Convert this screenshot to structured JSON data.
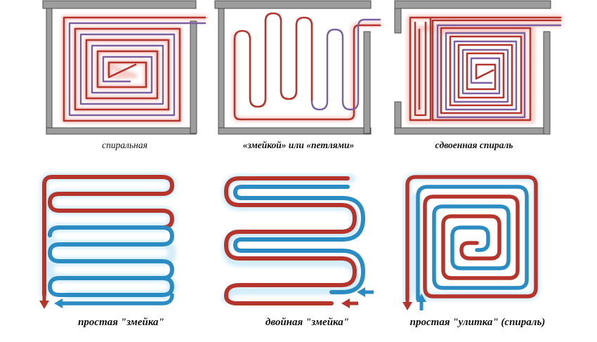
{
  "figure": {
    "title_visible": false,
    "background": "#ffffff",
    "colors": {
      "pipe_red": "#b5342c",
      "pipe_red_dark": "#a32d28",
      "pipe_purple": "#7c5f9f",
      "pipe_blue": "#2b8cc4",
      "glow_red": "#f6c9c4",
      "glow_blue": "#bfe2f4",
      "wall_fill": "#9d9d9d",
      "wall_stroke": "#4d4d4d",
      "floor_fill": "#ffffff",
      "caption_text": "#121212"
    }
  },
  "top_row": {
    "panels": [
      {
        "id": "panel-spiral",
        "caption": "спиральная",
        "caption_bold": false,
        "pattern": "spiral",
        "pipes": [
          "red",
          "purple"
        ],
        "has_walls": true
      },
      {
        "id": "panel-serpentine",
        "caption": "«змейкой» или «петлями»",
        "caption_bold": true,
        "pattern": "serpentine-loops",
        "pipes": [
          "red",
          "purple"
        ],
        "loop_count": 7,
        "has_walls": true
      },
      {
        "id": "panel-double-spiral",
        "caption": "сдвоенная спираль",
        "caption_bold": true,
        "pattern": "double-spiral-with-edge-zone",
        "pipes": [
          "red",
          "purple"
        ],
        "has_walls": true
      }
    ]
  },
  "bottom_row": {
    "panels": [
      {
        "id": "panel-simple-snake",
        "caption": "простая \"змейка\"",
        "pattern": "simple-serpentine",
        "supply_color": "red",
        "return_color": "blue",
        "arrows": [
          {
            "name": "supply-arrow",
            "direction": "up",
            "color": "red"
          },
          {
            "name": "return-arrow",
            "direction": "left",
            "color": "blue"
          }
        ]
      },
      {
        "id": "panel-double-snake",
        "caption": "двойная \"змейка\"",
        "pattern": "double-serpentine",
        "supply_color": "red",
        "return_color": "blue",
        "arrows": [
          {
            "name": "return-arrow",
            "direction": "right",
            "color": "blue"
          },
          {
            "name": "supply-arrow",
            "direction": "left",
            "color": "red"
          }
        ]
      },
      {
        "id": "panel-snail",
        "caption": "простая \"улитка\" (спираль)",
        "pattern": "bifilar-spiral",
        "supply_color": "red",
        "return_color": "blue",
        "arrows": [
          {
            "name": "supply-arrow",
            "direction": "up",
            "color": "red"
          },
          {
            "name": "return-arrow",
            "direction": "down",
            "color": "blue"
          }
        ]
      }
    ]
  }
}
